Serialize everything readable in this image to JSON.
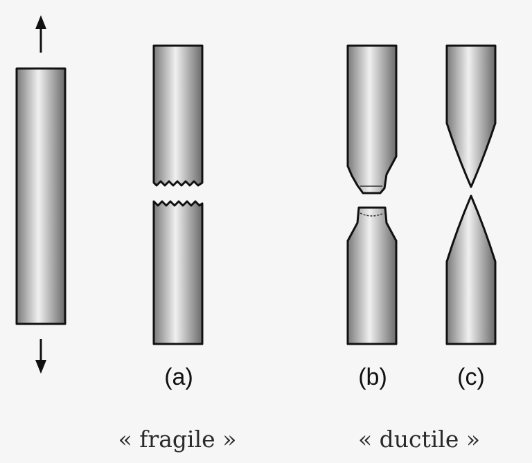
{
  "labels": {
    "a": "(a)",
    "b": "(b)",
    "c": "(c)"
  },
  "captions": {
    "fragile": "« fragile »",
    "ductile": "« ductile »"
  },
  "colors": {
    "background": "#f6f6f6",
    "outline": "#111111",
    "metal_dark": "#6e6e6e",
    "metal_light": "#f2f2f2"
  }
}
